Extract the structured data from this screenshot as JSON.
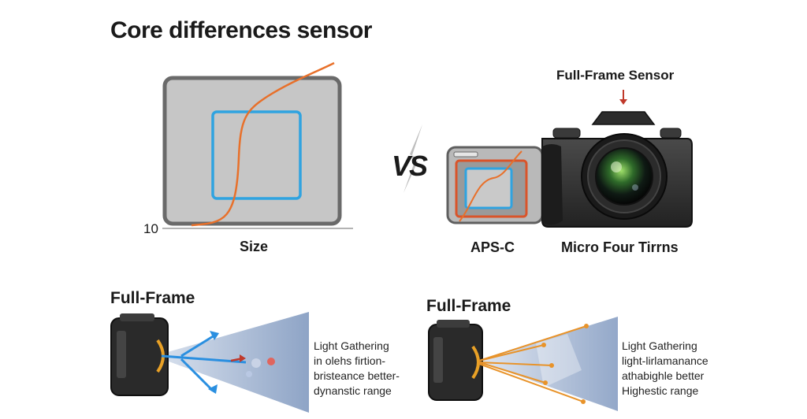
{
  "title": "Core differences sensor",
  "top_left": {
    "tick_label": "10",
    "caption": "Size"
  },
  "vs_label": "VS",
  "top_right": {
    "camera_callout": "Full-Frame Sensor",
    "apsc_caption": "APS-C",
    "camera_caption": "Micro Four Tirrns"
  },
  "bottom_left": {
    "heading": "Full-Frame",
    "notes": [
      "Light Gathering",
      "in olehs firtion-",
      "bristeance better-",
      "dynanstic range"
    ]
  },
  "bottom_right": {
    "heading": "Full-Frame",
    "notes": [
      "Light Gathering",
      "light-lirlamanance",
      "athabighle better",
      "Highestic range"
    ]
  },
  "colors": {
    "sensor_gray": "#c4c4c4",
    "frame_dark": "#6a6a6a",
    "blue_outline": "#2fa3e0",
    "orange_curve": "#e8702a",
    "beam_blue": "#8fa6c8",
    "arrow_red": "#c0392b"
  }
}
